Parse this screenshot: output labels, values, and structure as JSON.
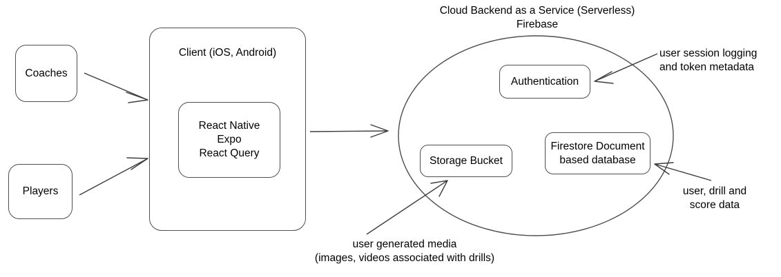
{
  "diagram": {
    "title_text": "Cloud Backend as a Service (Serverless)\nFirebase",
    "nodes": {
      "coaches": "Coaches",
      "players": "Players",
      "client": "Client (iOS, Android)",
      "stack": "React Native\nExpo\nReact Query",
      "authentication": "Authentication",
      "storage_bucket": "Storage Bucket",
      "firestore": "Firestore Document\nbased database"
    },
    "annotations": {
      "auth": "user session logging\nand token metadata",
      "firestore": "user, drill and\nscore data",
      "storage": "user generated media\n(images, videos associated with drills)"
    },
    "colors": {
      "background": "#ffffff",
      "stroke": "#4d4d4d",
      "connector": "#3d3d3d",
      "text": "#000000"
    }
  }
}
